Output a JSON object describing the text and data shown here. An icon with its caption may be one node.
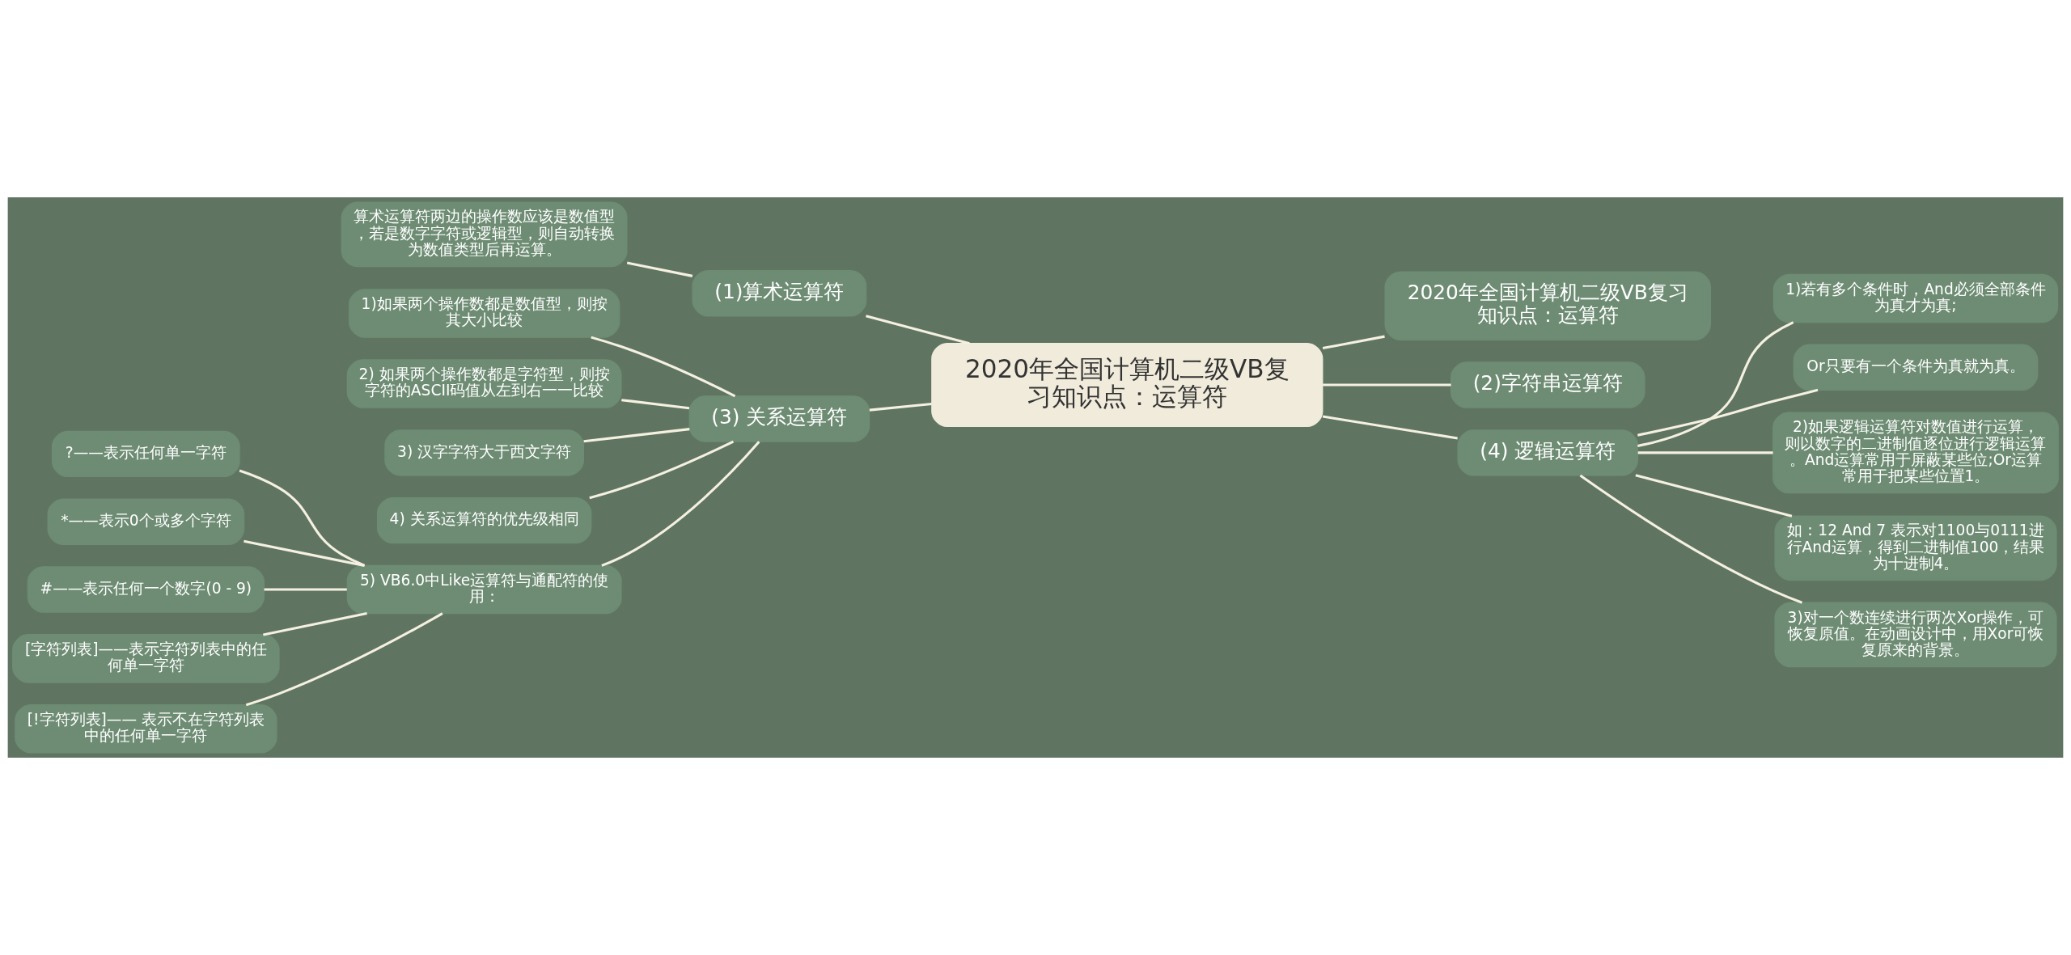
{
  "diagram": {
    "nodes": [
      {
        "text": [
          "2020年全国计算机二级VB复习知识点：运算符"
        ]
      },
      {
        "text": [
          "(1)算术运算符"
        ]
      },
      {
        "text": [
          "算术运算符两边的操作数应该是数值型，若是数字字符或逻辑型，则自动转换为数值类型后再运算。"
        ]
      },
      {
        "text": [
          "(3) 关系运算符"
        ]
      },
      {
        "text": [
          "1)如果两个操作数都是数值型，则按其大小比较"
        ]
      },
      {
        "text": [
          "2) 如果两个操作数都是字符型，则按字符的ASCII码值从左到右一一比较"
        ]
      },
      {
        "text": [
          "3) 汉字字符大于西文字符"
        ]
      },
      {
        "text": [
          "4) 关系运算符的优先级相同"
        ]
      },
      {
        "text": [
          "5) VB6.0中Like运算符与通配符的使用："
        ]
      },
      {
        "text": [
          "?——表示任何单一字符"
        ]
      },
      {
        "text": [
          "*——表示0个或多个字符"
        ]
      },
      {
        "text": [
          "#——表示任何一个数字(0 - 9)"
        ]
      },
      {
        "text": [
          "[字符列表]——表示字符列表中的任何单一字符"
        ]
      },
      {
        "text": [
          "[!字符列表]—— 表示不在字符列表中的任何单一字符"
        ]
      },
      {
        "text": [
          "2020年全国计算机二级VB复习知识点：运算符"
        ]
      },
      {
        "text": [
          "(2)字符串运算符"
        ]
      },
      {
        "text": [
          "(4) 逻辑运算符"
        ]
      },
      {
        "text": [
          "1)若有多个条件时，And必须全部条件为真才为真;"
        ]
      },
      {
        "text": [
          "Or只要有一个条件为真就为真。"
        ]
      },
      {
        "text": [
          "2)如果逻辑运算符对数值进行运算，则以数字的二进制值逐位进行逻辑运算。And运算常用于屏蔽某些位;Or运算常用于把某些位置1。"
        ]
      },
      {
        "text": [
          "如：12 And 7 表示对1100与0111进行And运算，得到二进制值100，结果为十进制4。"
        ]
      },
      {
        "text": [
          "3)对一个数连续进行两次Xor操作，可恢复原值。在动画设计中，用Xor可恢复原来的背景。"
        ]
      }
    ],
    "edges": [
      {
        "from": 0,
        "to": 1,
        "arrow": "none"
      },
      {
        "from": 1,
        "to": 2,
        "arrow": "none"
      },
      {
        "from": 0,
        "to": 3,
        "arrow": "none"
      },
      {
        "from": 3,
        "to": 4,
        "arrow": "none"
      },
      {
        "from": 3,
        "to": 5,
        "arrow": "none"
      },
      {
        "from": 3,
        "to": 6,
        "arrow": "none"
      },
      {
        "from": 3,
        "to": 7,
        "arrow": "none"
      },
      {
        "from": 3,
        "to": 8,
        "arrow": "none"
      },
      {
        "from": 8,
        "to": 9,
        "arrow": "none"
      },
      {
        "from": 8,
        "to": 10,
        "arrow": "none"
      },
      {
        "from": 8,
        "to": 11,
        "arrow": "none"
      },
      {
        "from": 8,
        "to": 12,
        "arrow": "none"
      },
      {
        "from": 8,
        "to": 13,
        "arrow": "none"
      },
      {
        "from": 0,
        "to": 14,
        "arrow": "none"
      },
      {
        "from": 0,
        "to": 15,
        "arrow": "none"
      },
      {
        "from": 0,
        "to": 16,
        "arrow": "none"
      },
      {
        "from": 16,
        "to": 17,
        "arrow": "none"
      },
      {
        "from": 16,
        "to": 18,
        "arrow": "none"
      },
      {
        "from": 16,
        "to": 19,
        "arrow": "none"
      },
      {
        "from": 16,
        "to": 20,
        "arrow": "none"
      },
      {
        "from": 16,
        "to": 21,
        "arrow": "none"
      }
    ]
  }
}
